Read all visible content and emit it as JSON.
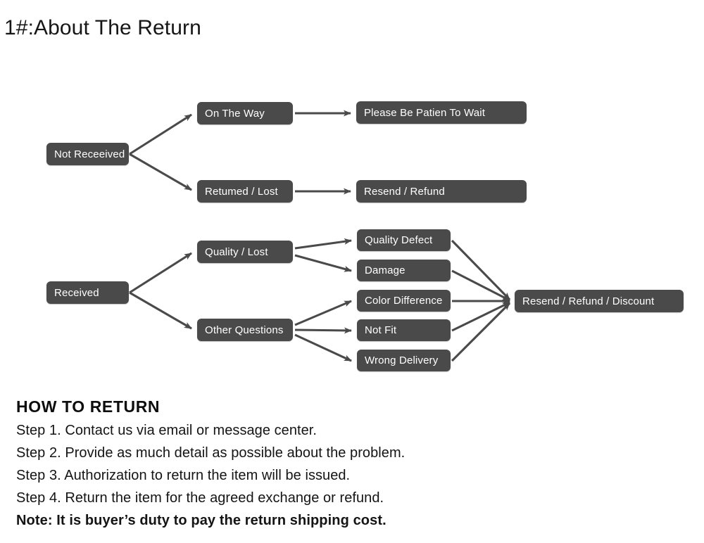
{
  "page": {
    "title": "1#:About The Return",
    "background_color": "#ffffff",
    "node_fill_color": "#4a4a4a",
    "node_text_color": "#ffffff",
    "arrow_color": "#4a4a4a"
  },
  "flowchart": {
    "branch_not_received": {
      "root": "Not Receeived",
      "paths": [
        {
          "stage": "On The Way",
          "outcome": "Please Be Patien To Wait"
        },
        {
          "stage": "Retumed / Lost",
          "outcome": "Resend / Refund"
        }
      ]
    },
    "branch_received": {
      "root": "Received",
      "stages": [
        {
          "label": "Quality / Lost",
          "reasons": [
            "Quality Defect",
            "Damage"
          ]
        },
        {
          "label": "Other Questions",
          "reasons": [
            "Color Difference",
            "Not Fit",
            "Wrong Delivery"
          ]
        }
      ],
      "outcome": "Resend / Refund / Discount"
    },
    "nodes": {
      "not_received": "Not Receeived",
      "on_the_way": "On The Way",
      "please_wait": "Please Be Patien To Wait",
      "returned_lost": "Retumed / Lost",
      "resend_refund": "Resend / Refund",
      "received": "Received",
      "quality_lost": "Quality / Lost",
      "other_questions": "Other Questions",
      "quality_defect": "Quality Defect",
      "damage": "Damage",
      "color_difference": "Color Difference",
      "not_fit": "Not Fit",
      "wrong_delivery": "Wrong Delivery",
      "resend_refund_discount": "Resend / Refund / Discount"
    }
  },
  "how_to_return": {
    "heading": "HOW TO RETURN",
    "steps": [
      "Step 1. Contact us via email or message center.",
      "Step 2. Provide as much detail as possible about the problem.",
      "Step 3. Authorization to return the item will be issued.",
      "Step 4. Return the item for the agreed exchange or refund."
    ],
    "note": "Note: It is buyer’s duty to pay the return shipping cost."
  }
}
